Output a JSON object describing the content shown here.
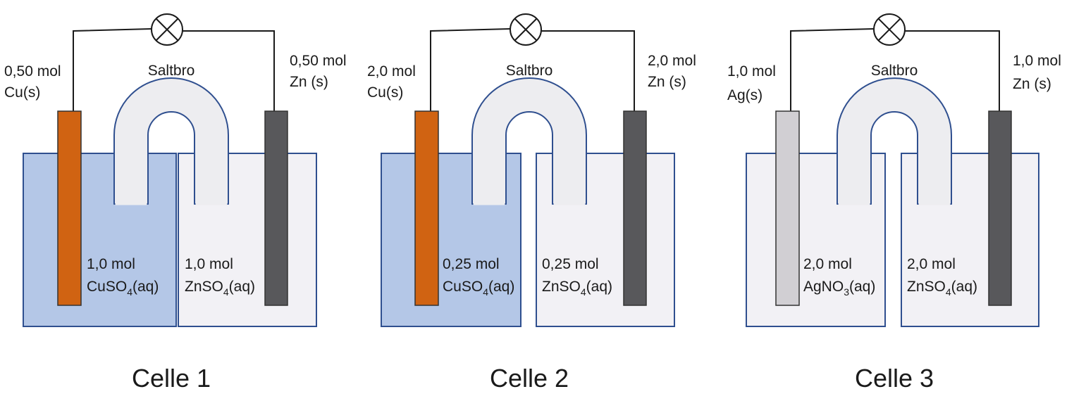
{
  "colors": {
    "blue_solution": "#b4c7e7",
    "clear_solution": "#f2f1f5",
    "beaker_border": "#2f4f8f",
    "salt_bridge_fill": "#ededf0",
    "salt_bridge_border": "#2f4f8f",
    "copper": "#d06312",
    "zinc": "#58585b",
    "silver": "#d1cfd3",
    "wire": "#1a1a1a"
  },
  "cells": [
    {
      "caption": "Celle 1",
      "salt_bridge_label": "Saltbro",
      "left_solution_color": "blue_solution",
      "right_solution_color": "clear_solution",
      "left_electrode": {
        "color": "copper",
        "amount": "0,50 mol",
        "species": "Cu(s)"
      },
      "right_electrode": {
        "color": "zinc",
        "amount": "0,50 mol",
        "species": "Zn (s)"
      },
      "left_solution": {
        "amount": "1,0 mol",
        "formula_pre": "CuSO",
        "formula_sub": "4",
        "formula_post": "(aq)"
      },
      "right_solution": {
        "amount": "1,0 mol",
        "formula_pre": "ZnSO",
        "formula_sub": "4",
        "formula_post": "(aq)"
      }
    },
    {
      "caption": "Celle 2",
      "salt_bridge_label": "Saltbro",
      "left_solution_color": "blue_solution",
      "right_solution_color": "clear_solution",
      "left_electrode": {
        "color": "copper",
        "amount": "2,0 mol",
        "species": "Cu(s)"
      },
      "right_electrode": {
        "color": "zinc",
        "amount": "2,0 mol",
        "species": "Zn (s)"
      },
      "left_solution": {
        "amount": "0,25 mol",
        "formula_pre": "CuSO",
        "formula_sub": "4",
        "formula_post": "(aq)"
      },
      "right_solution": {
        "amount": "0,25 mol",
        "formula_pre": "ZnSO",
        "formula_sub": "4",
        "formula_post": "(aq)"
      }
    },
    {
      "caption": "Celle 3",
      "salt_bridge_label": "Saltbro",
      "left_solution_color": "clear_solution",
      "right_solution_color": "clear_solution",
      "left_electrode": {
        "color": "silver",
        "amount": "1,0 mol",
        "species": "Ag(s)"
      },
      "right_electrode": {
        "color": "zinc",
        "amount": "1,0 mol",
        "species": "Zn (s)"
      },
      "left_solution": {
        "amount": "2,0 mol",
        "formula_pre": "AgNO",
        "formula_sub": "3",
        "formula_post": "(aq)"
      },
      "right_solution": {
        "amount": "2,0 mol",
        "formula_pre": "ZnSO",
        "formula_sub": "4",
        "formula_post": "(aq)"
      }
    }
  ]
}
